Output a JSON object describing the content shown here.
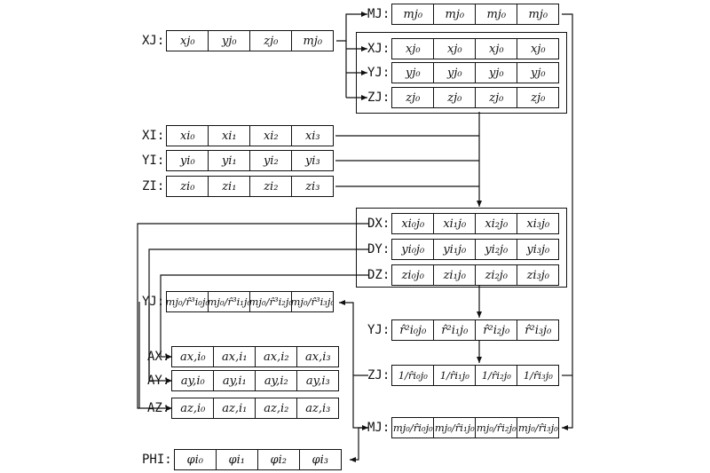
{
  "rows": {
    "xj": {
      "label": "XJ:",
      "cells": [
        "xj₀",
        "yj₀",
        "zj₀",
        "mj₀"
      ]
    },
    "mj1": {
      "label": "MJ:",
      "cells": [
        "mj₀",
        "mj₀",
        "mj₀",
        "mj₀"
      ]
    },
    "xj2": {
      "label": "XJ:",
      "cells": [
        "xj₀",
        "xj₀",
        "xj₀",
        "xj₀"
      ]
    },
    "yj2": {
      "label": "YJ:",
      "cells": [
        "yj₀",
        "yj₀",
        "yj₀",
        "yj₀"
      ]
    },
    "zj2": {
      "label": "ZJ:",
      "cells": [
        "zj₀",
        "zj₀",
        "zj₀",
        "zj₀"
      ]
    },
    "xi": {
      "label": "XI:",
      "cells": [
        "xi₀",
        "xi₁",
        "xi₂",
        "xi₃"
      ]
    },
    "yi": {
      "label": "YI:",
      "cells": [
        "yi₀",
        "yi₁",
        "yi₂",
        "yi₃"
      ]
    },
    "zi": {
      "label": "ZI:",
      "cells": [
        "zi₀",
        "zi₁",
        "zi₂",
        "zi₃"
      ]
    },
    "dx": {
      "label": "DX:",
      "cells": [
        "xi₀j₀",
        "xi₁j₀",
        "xi₂j₀",
        "xi₃j₀"
      ]
    },
    "dy": {
      "label": "DY:",
      "cells": [
        "yi₀j₀",
        "yi₁j₀",
        "yi₂j₀",
        "yi₃j₀"
      ]
    },
    "dz": {
      "label": "DZ:",
      "cells": [
        "zi₀j₀",
        "zi₁j₀",
        "zi₂j₀",
        "zi₃j₀"
      ]
    },
    "yj3": {
      "label": "YJ:",
      "cells": [
        "mj₀/r̂³i₀j₀",
        "mj₀/r̂³i₁j₀",
        "mj₀/r̂³i₂j₀",
        "mj₀/r̂³i₃j₀"
      ]
    },
    "yj4": {
      "label": "YJ:",
      "cells": [
        "r̂²i₀j₀",
        "r̂²i₁j₀",
        "r̂²i₂j₀",
        "r̂²i₃j₀"
      ]
    },
    "ax": {
      "label": "AX:",
      "cells": [
        "ax,i₀",
        "ax,i₁",
        "ax,i₂",
        "ax,i₃"
      ]
    },
    "ay": {
      "label": "AY:",
      "cells": [
        "ay,i₀",
        "ay,i₁",
        "ay,i₂",
        "ay,i₃"
      ]
    },
    "az": {
      "label": "AZ:",
      "cells": [
        "az,i₀",
        "az,i₁",
        "az,i₂",
        "az,i₃"
      ]
    },
    "zj4": {
      "label": "ZJ:",
      "cells": [
        "1/r̂i₀j₀",
        "1/r̂i₁j₀",
        "1/r̂i₂j₀",
        "1/r̂i₃j₀"
      ]
    },
    "mj5": {
      "label": "MJ:",
      "cells": [
        "mj₀/r̂i₀j₀",
        "mj₀/r̂i₁j₀",
        "mj₀/r̂i₂j₀",
        "mj₀/r̂i₃j₀"
      ]
    },
    "phi": {
      "label": "PHI:",
      "cells": [
        "φi₀",
        "φi₁",
        "φi₂",
        "φi₃"
      ]
    }
  }
}
